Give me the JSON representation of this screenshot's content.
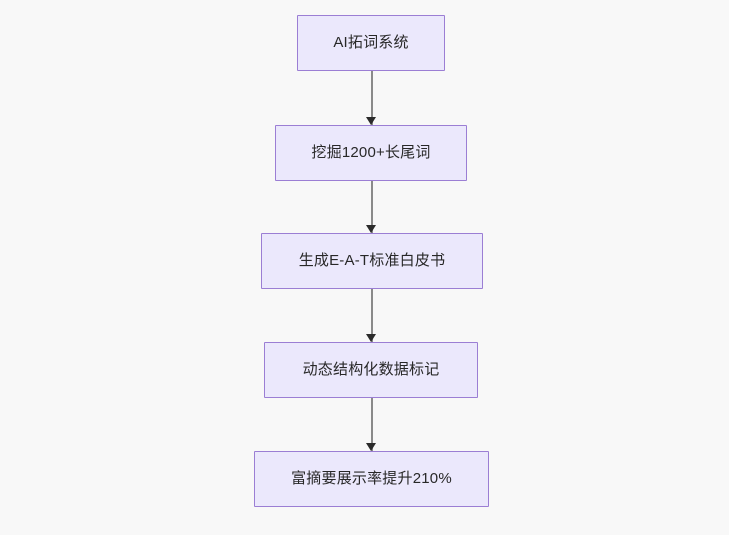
{
  "diagram": {
    "type": "flowchart",
    "orientation": "top-to-bottom",
    "background_color": "#f8f8f8",
    "node_fill_color": "#ebe8fc",
    "node_border_color": "#9b7ed4",
    "node_text_color": "#282828",
    "edge_line_color": "#8a8a8a",
    "edge_arrow_color": "#2b2b2b",
    "nodes": [
      {
        "id": "node-1",
        "label": "AI拓词系统"
      },
      {
        "id": "node-2",
        "label": "挖掘1200+长尾词"
      },
      {
        "id": "node-3",
        "label": "生成E-A-T标准白皮书"
      },
      {
        "id": "node-4",
        "label": "动态结构化数据标记"
      },
      {
        "id": "node-5",
        "label": "富摘要展示率提升210%"
      }
    ],
    "edges": [
      {
        "id": "edge-1",
        "from": "node-1",
        "to": "node-2",
        "arrow": "arrowhead-down-icon"
      },
      {
        "id": "edge-2",
        "from": "node-2",
        "to": "node-3",
        "arrow": "arrowhead-down-icon"
      },
      {
        "id": "edge-3",
        "from": "node-3",
        "to": "node-4",
        "arrow": "arrowhead-down-icon"
      },
      {
        "id": "edge-4",
        "from": "node-4",
        "to": "node-5",
        "arrow": "arrowhead-down-icon"
      }
    ]
  }
}
